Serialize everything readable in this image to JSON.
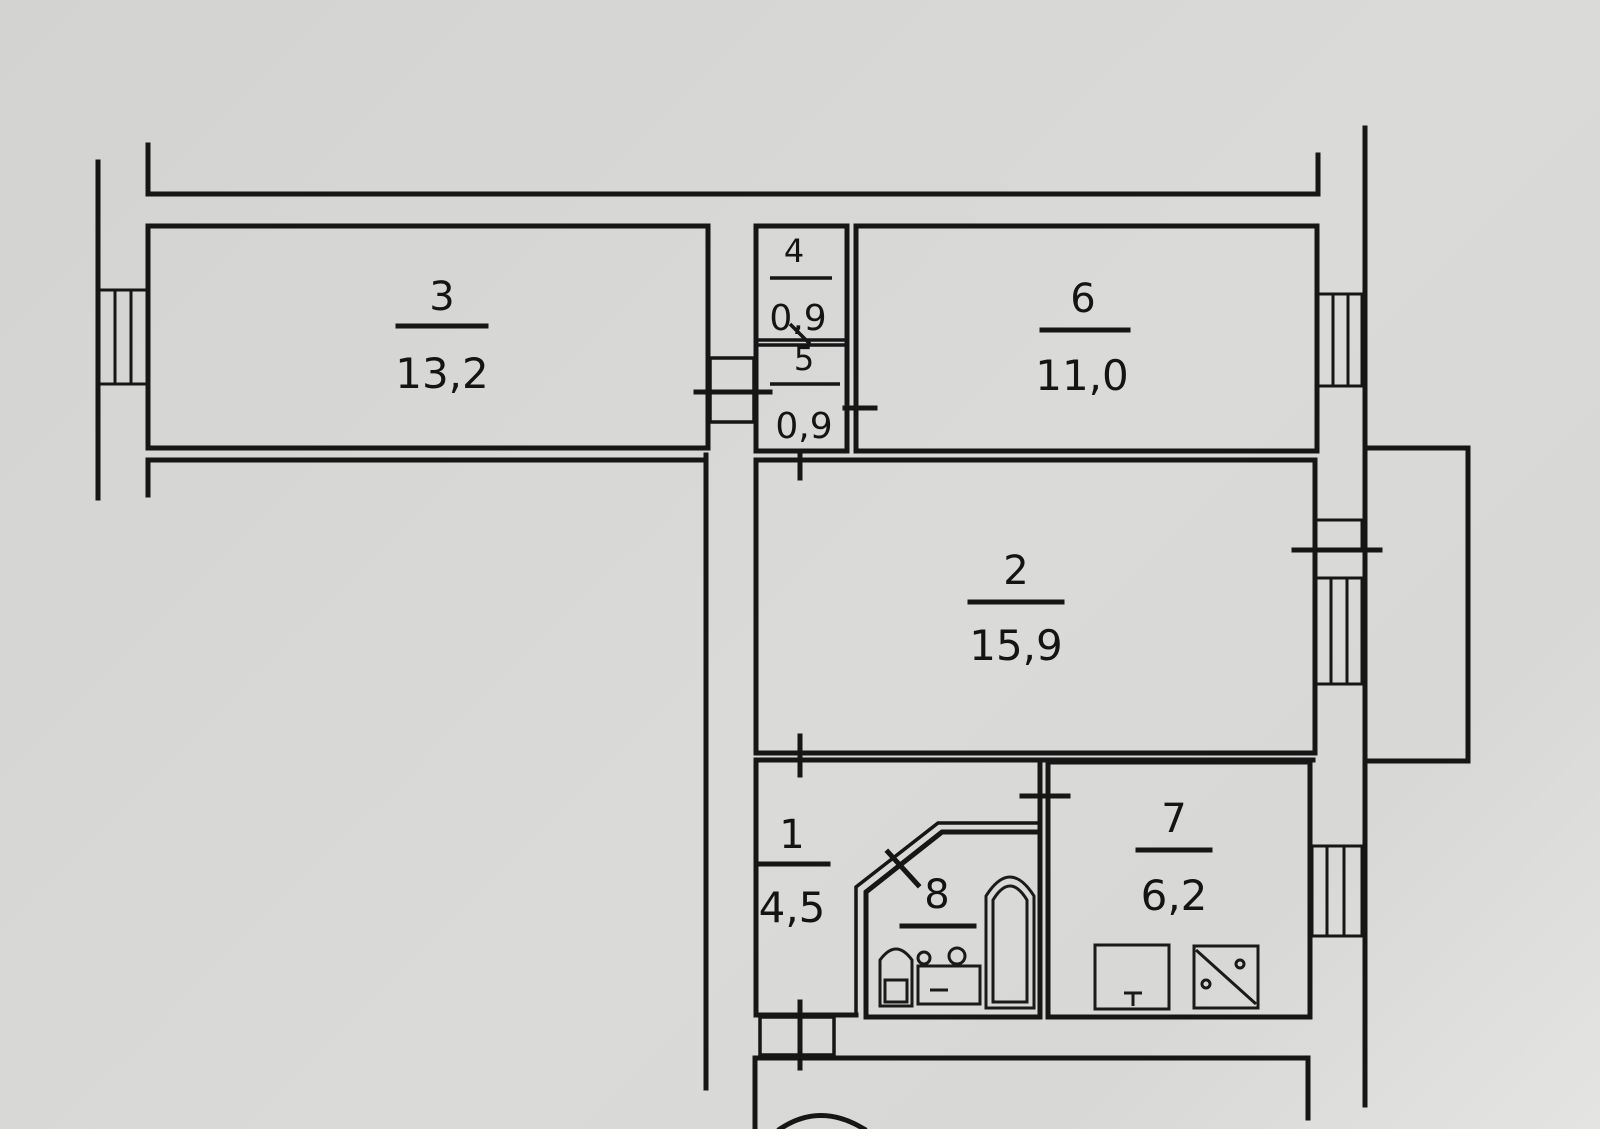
{
  "rooms": {
    "r1": {
      "number": "1",
      "area": "4,5"
    },
    "r2": {
      "number": "2",
      "area": "15,9"
    },
    "r3": {
      "number": "3",
      "area": "13,2"
    },
    "r4": {
      "number": "4",
      "area": "0,9"
    },
    "r5": {
      "number": "5",
      "area": "0,9"
    },
    "r6": {
      "number": "6",
      "area": "11,0"
    },
    "r7": {
      "number": "7",
      "area": "6,2"
    },
    "r8": {
      "number": "8",
      "area": ""
    }
  },
  "colors": {
    "paper": "#d6d6d4",
    "ink": "#161616"
  }
}
